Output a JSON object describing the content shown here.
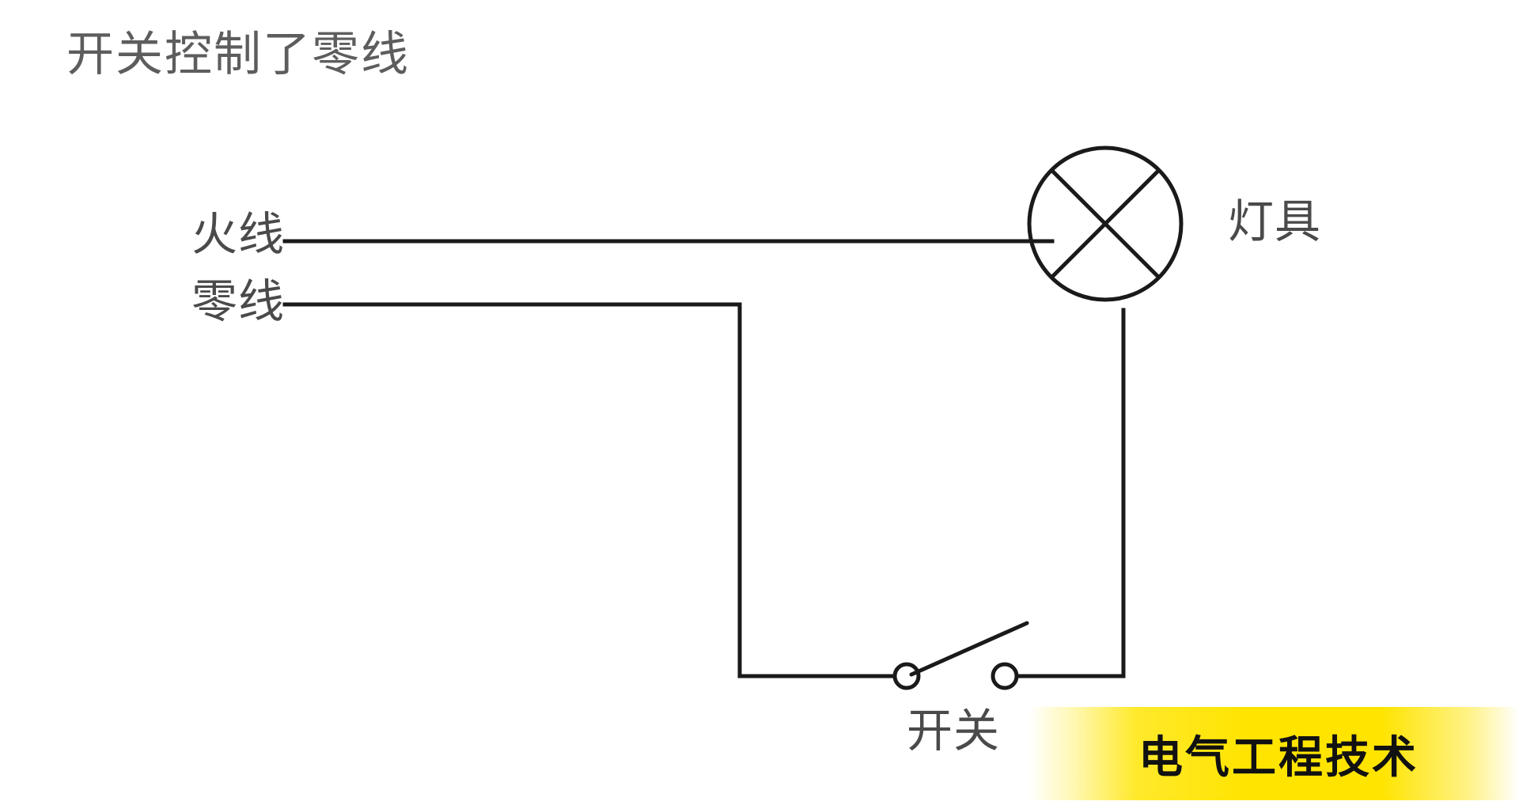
{
  "diagram": {
    "title": "开关控制了零线",
    "labels": {
      "live_wire": "火线",
      "neutral_wire": "零线",
      "lamp": "灯具",
      "switch": "开关"
    },
    "colors": {
      "background": "#ffffff",
      "wire": "#1a1a1a",
      "title_text": "#5d5d5d",
      "label_text": "#4a4a4a",
      "watermark_background": "#ffe400",
      "watermark_text": "#111111"
    }
  },
  "watermark": {
    "text": "电气工程技术"
  }
}
